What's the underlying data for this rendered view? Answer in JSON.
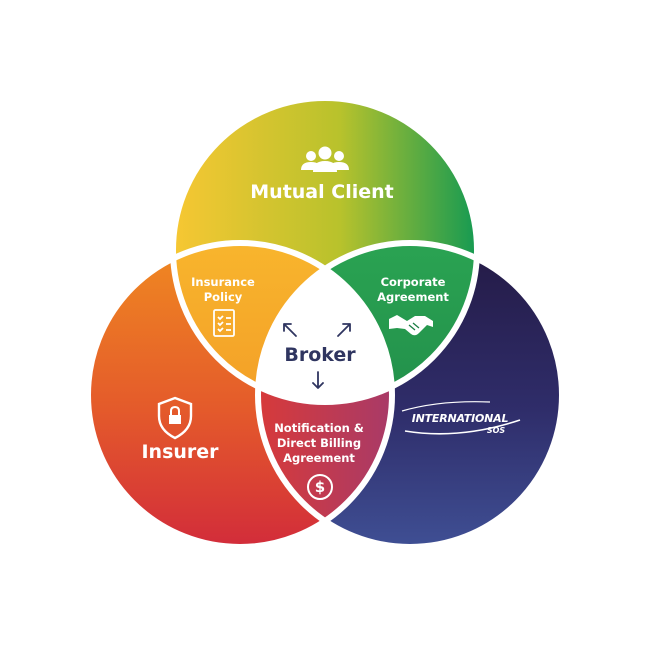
{
  "diagram": {
    "regions": {
      "mutual_client": "Mutual Client",
      "insurer": "Insurer",
      "insurance_policy": [
        "Insurance",
        "Policy"
      ],
      "corporate_agreement": [
        "Corporate",
        "Agreement"
      ],
      "notification_agreement": [
        "Notification &",
        "Direct Billing",
        "Agreement"
      ],
      "broker": "Broker"
    },
    "logo": {
      "line1": "INTERNATIONAL",
      "line2": "SOS"
    },
    "icons": {
      "mutual_client": "people-group-icon",
      "insurer": "shield-lock-icon",
      "insurance_policy": "clipboard-checklist-icon",
      "corporate_agreement": "handshake-icon",
      "notification_agreement": "dollar-coin-icon",
      "broker": "arrows-icon"
    },
    "colors": {
      "yellow": "#f2c230",
      "green": "#1f9a55",
      "orange": "#ee7d1f",
      "red": "#d8323d",
      "navy": "#27224f",
      "indigo": "#3d4a8e",
      "broker_text": "#2f3560"
    }
  }
}
